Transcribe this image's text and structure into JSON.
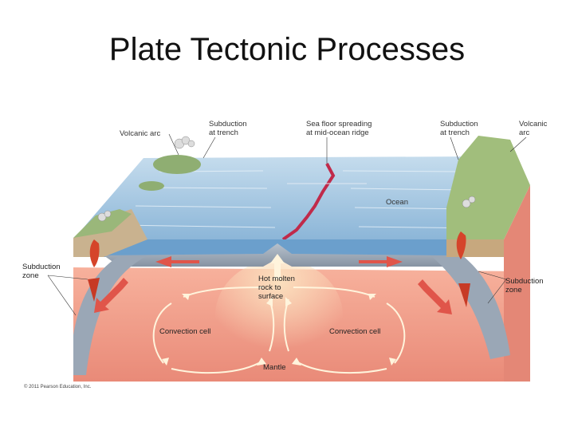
{
  "title": "Plate Tectonic Processes",
  "labels": {
    "volcanic_arc_left": "Volcanic arc",
    "subduction_trench_left": [
      "Subduction",
      "at trench"
    ],
    "sea_floor_spreading": [
      "Sea floor spreading",
      "at mid-ocean ridge"
    ],
    "subduction_trench_right": [
      "Subduction",
      "at trench"
    ],
    "volcanic_arc_right": [
      "Volcanic",
      "arc"
    ],
    "ocean": "Ocean",
    "subduction_zone_left": [
      "Subduction",
      "zone"
    ],
    "subduction_zone_right": [
      "Subduction",
      "zone"
    ],
    "hot_molten_rock": [
      "Hot molten",
      "rock to",
      "surface"
    ],
    "convection_cell_left": "Convection cell",
    "convection_cell_right": "Convection cell",
    "mantle": "Mantle"
  },
  "copyright": "© 2011 Pearson Education, Inc.",
  "colors": {
    "mantle": "#ee9482",
    "mantle_glow": "#f8c7a6",
    "ocean_surface": "#9fc4e0",
    "ocean_front": "#5f95c4",
    "plate": "#9aa7b6",
    "land": "#9ab77a",
    "lava": "#d5442a",
    "arrow": "#e0554a",
    "convection": "#fff4dc"
  }
}
